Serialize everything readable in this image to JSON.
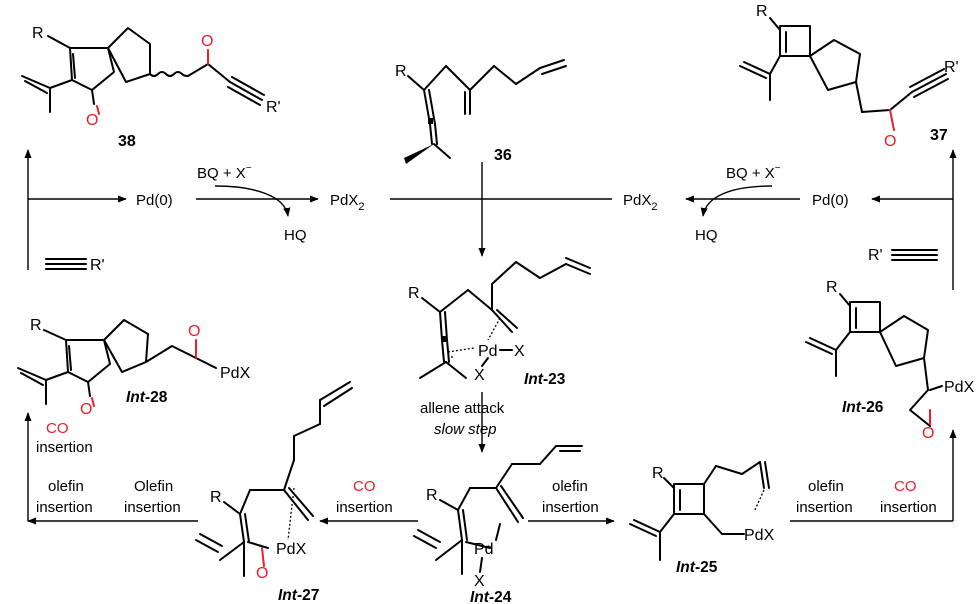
{
  "compounds": {
    "c38": {
      "label": "38"
    },
    "c36": {
      "label": "36"
    },
    "c37": {
      "label": "37"
    }
  },
  "intermediates": {
    "int23": {
      "prefix": "Int",
      "num": "-23"
    },
    "int24": {
      "prefix": "Int",
      "num": "-24"
    },
    "int25": {
      "prefix": "Int",
      "num": "-25"
    },
    "int26": {
      "prefix": "Int",
      "num": "-26"
    },
    "int27": {
      "prefix": "Int",
      "num": "-27"
    },
    "int28": {
      "prefix": "Int",
      "num": "-28"
    }
  },
  "atoms": {
    "R": "R",
    "R_prime": "R'",
    "O": "O",
    "X": "X",
    "Pd": "Pd",
    "PdX": "PdX"
  },
  "reagents": {
    "pd0": "Pd(0)",
    "pdx2_base": "PdX",
    "pdx2_sub": "2",
    "bq_x": "BQ + X",
    "bq_x_sup": "−",
    "hq": "HQ"
  },
  "steps": {
    "allene_attack": "allene attack",
    "slow_step": "slow step",
    "co": "CO",
    "insertion": "insertion",
    "olefin": "olefin",
    "olefin_cap": "Olefin"
  },
  "colors": {
    "accent_red": "#e8202a",
    "ink": "#000000",
    "background": "#ffffff"
  }
}
